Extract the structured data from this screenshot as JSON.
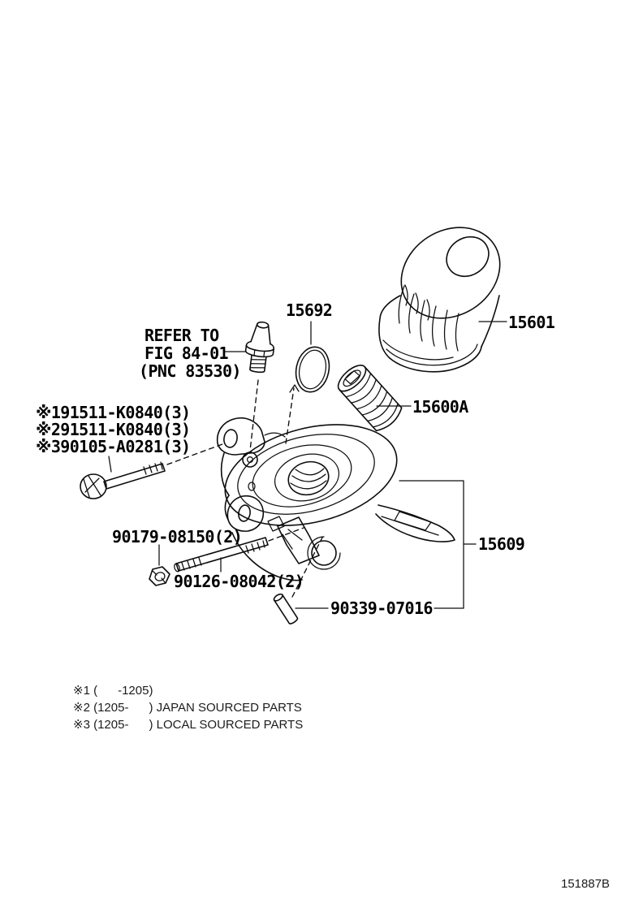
{
  "canvas": {
    "background": "#ffffff",
    "ink": "#0d0d0d"
  },
  "callouts": {
    "filter": "15601",
    "oring": "15692",
    "refer": {
      "line1": "REFER TO",
      "line2": "FIG 84-01",
      "line3": "(PNC 83530)"
    },
    "bolt_variants": [
      "※191511-K0840(3)",
      "※291511-K0840(3)",
      "※390105-A0281(3)"
    ],
    "nut": "90179-08150(2)",
    "stud": "90126-08042(2)",
    "pin": "90339-07016",
    "relief_valve": "15600A",
    "bracket": "15609"
  },
  "legend": {
    "rows": [
      "※1 (      -1205)",
      "※2 (1205-      ) JAPAN SOURCED PARTS",
      "※3 (1205-      ) LOCAL SOURCED PARTS"
    ]
  },
  "footer": {
    "drawing_number": "151887B"
  }
}
